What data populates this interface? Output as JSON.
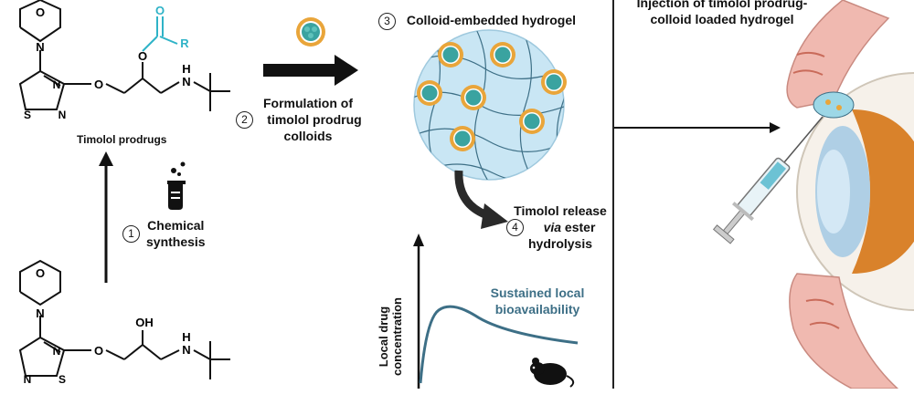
{
  "chemistry": {
    "prodrug_label": "Timolol prodrugs",
    "r_group": "R",
    "atom_o": "O",
    "atom_n": "N",
    "atom_s": "S",
    "atom_h": "H",
    "atom_oh": "OH"
  },
  "steps": {
    "step1": {
      "number": "1",
      "line1": "Chemical",
      "line2": "synthesis"
    },
    "step2": {
      "number": "2",
      "line1": "Formulation of",
      "line2": "timolol prodrug",
      "line3": "colloids"
    },
    "step3": {
      "number": "3",
      "label": "Colloid-embedded hydrogel"
    },
    "step4": {
      "number": "4",
      "line1": "Timolol release",
      "line2_italic": "via",
      "line2_rest": " ester",
      "line3": "hydrolysis"
    }
  },
  "injection": {
    "line1": "Injection of timolol prodrug-",
    "line2": "colloid loaded hydrogel"
  },
  "plot": {
    "ylabel_line1": "Local drug",
    "ylabel_line2": "concentration",
    "annotation_line1": "Sustained local",
    "annotation_line2": "bioavailability"
  },
  "colors": {
    "teal": "#3d6f86",
    "shell_orange": "#e9a53a",
    "core_teal": "#3aa3a0",
    "hydrogel_blue": "#c9e6f4",
    "eye_orange": "#d9822b",
    "tissue_pink": "#f0b9b0",
    "accent_cyan": "#2fb3c7"
  }
}
